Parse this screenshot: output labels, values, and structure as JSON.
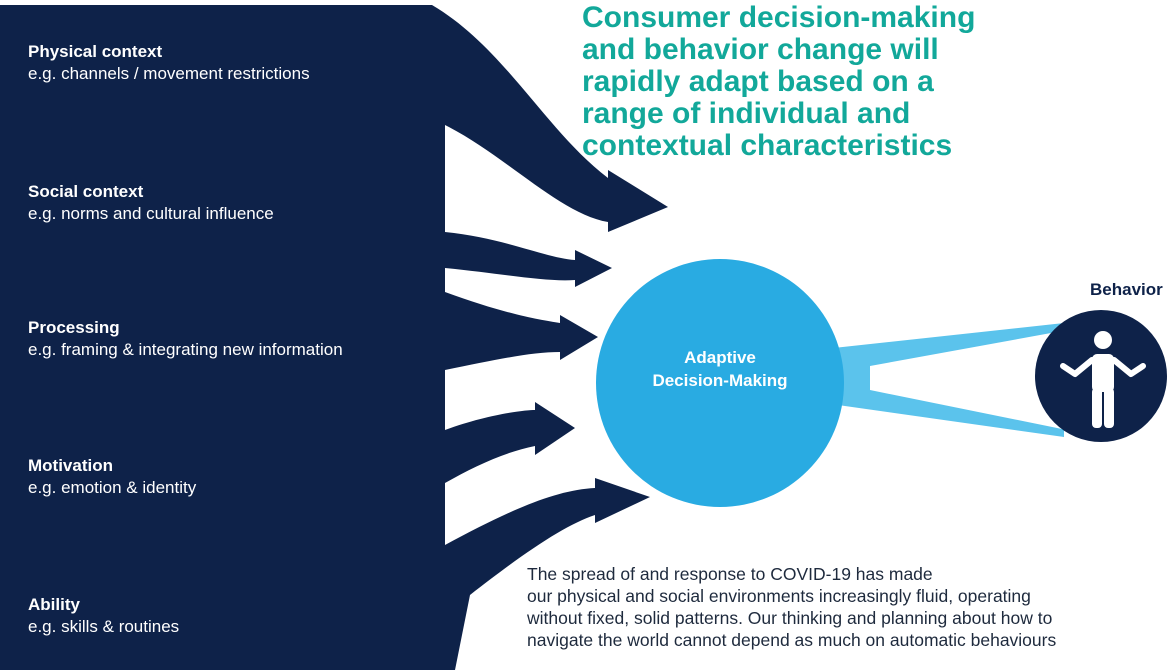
{
  "headline": "Consumer decision-making and behavior change will rapidly adapt based on a range of individual and contextual characteristics",
  "factors": [
    {
      "name": "Physical context",
      "example": "e.g. channels / movement restrictions"
    },
    {
      "name": "Social context",
      "example": "e.g. norms and cultural influence"
    },
    {
      "name": "Processing",
      "example": "e.g. framing & integrating new information"
    },
    {
      "name": "Motivation",
      "example": "e.g. emotion & identity"
    },
    {
      "name": "Ability",
      "example": "e.g. skills & routines"
    }
  ],
  "hub": {
    "line1": "Adaptive",
    "line2": "Decision-Making"
  },
  "behavior": {
    "label": "Behavior",
    "icon": "person-shrugging-icon"
  },
  "paragraph": {
    "line1": "The spread of and response to COVID-19 has made",
    "line2": "our physical and social environments increasingly fluid, operating",
    "line3": "without fixed, solid patterns. Our thinking and planning about how to",
    "line4": "navigate the world cannot depend as much on automatic behaviours"
  },
  "colors": {
    "navy": "#0e2249",
    "hub_blue": "#29abe2",
    "connector_blue": "#5bc3ec",
    "headline_teal": "#12a89a"
  }
}
